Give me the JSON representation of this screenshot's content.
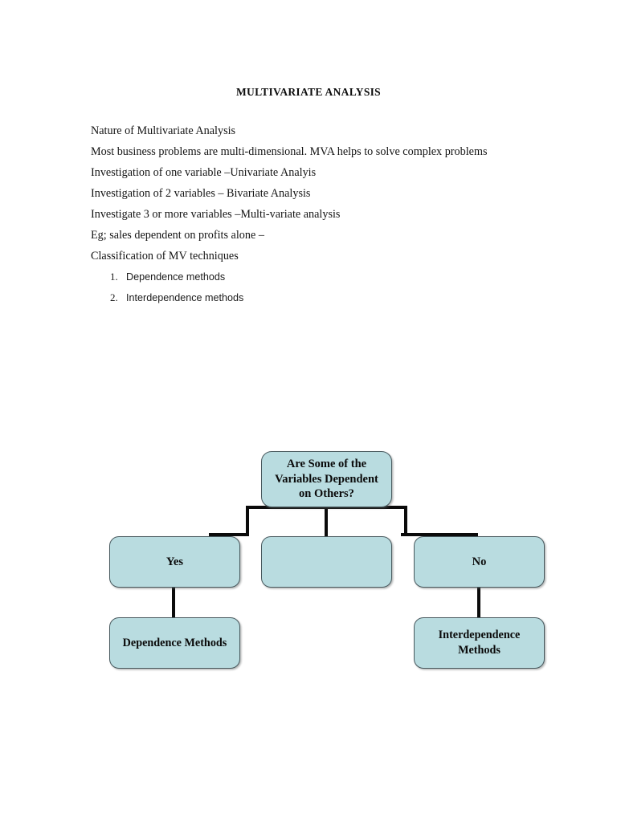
{
  "document": {
    "title": "MULTIVARIATE ANALYSIS",
    "paragraphs": [
      "Nature of Multivariate Analysis",
      "Most business problems are multi-dimensional. MVA helps to solve complex problems",
      "Investigation of one variable –Univariate Analyis",
      "Investigation of 2 variables – Bivariate Analysis",
      "Investigate 3 or more variables –Multi-variate analysis",
      "Eg; sales dependent on profits alone –",
      "Classification of MV techniques"
    ],
    "numbered_list": [
      {
        "marker": "1.",
        "text": "Dependence methods"
      },
      {
        "marker": "2.",
        "text": "Interdependence methods"
      }
    ]
  },
  "diagram": {
    "type": "flowchart",
    "colors": {
      "node_fill": "#b9dce0",
      "node_border": "#48595e",
      "connector": "#0b0b0b",
      "text": "#0a0a0a"
    },
    "nodes": {
      "root": "Are Some of the\nVariables Dependent\non Others?",
      "yes": "Yes",
      "middle": "",
      "no": "No",
      "dependence": "Dependence Methods",
      "interdependence": "Interdependence\nMethods"
    }
  }
}
